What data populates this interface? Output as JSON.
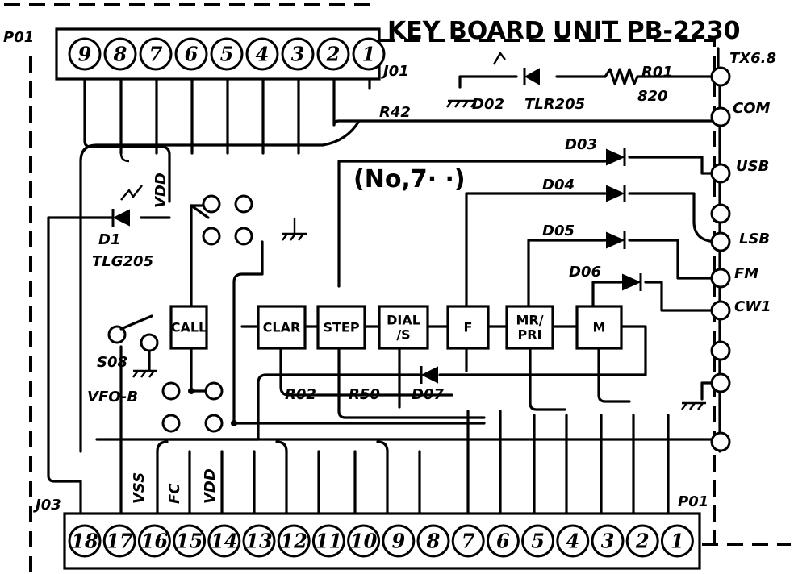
{
  "title": "KEY BOARD UNIT  PB-2230",
  "note": "(No,7· ·)",
  "connectors": {
    "top_ref": "P01",
    "top_jack": "J01",
    "top_pins": [
      "9",
      "8",
      "7",
      "6",
      "5",
      "4",
      "3",
      "2",
      "1"
    ],
    "bottom_ref": "P01",
    "bottom_jack": "J03",
    "bottom_pins": [
      "18",
      "17",
      "16",
      "15",
      "14",
      "13",
      "12",
      "11",
      "10",
      "9",
      "8",
      "7",
      "6",
      "5",
      "4",
      "3",
      "2",
      "1"
    ],
    "bottom_pin_labels": [
      "VSS",
      "FC",
      "VDD"
    ]
  },
  "switch_boxes": [
    "CALL",
    "CLAR",
    "STEP",
    "DIAL /S",
    "F",
    "MR/ PRI",
    "M"
  ],
  "terminals": [
    "TX6.8",
    "COM",
    "USB",
    "LSB",
    "FM",
    "CW1"
  ],
  "components": {
    "d02": "D02",
    "d02_type": "TLR205",
    "r01": "R01",
    "r01_value": "820",
    "r42": "R42",
    "d03": "D03",
    "d04": "D04",
    "d05": "D05",
    "d06": "D06",
    "d07": "D07",
    "d1": "D1",
    "d1_type": "TLG205",
    "vdd": "VDD",
    "r02": "R02",
    "r50": "R50",
    "s08": "S08",
    "vfo": "VFO-B"
  }
}
